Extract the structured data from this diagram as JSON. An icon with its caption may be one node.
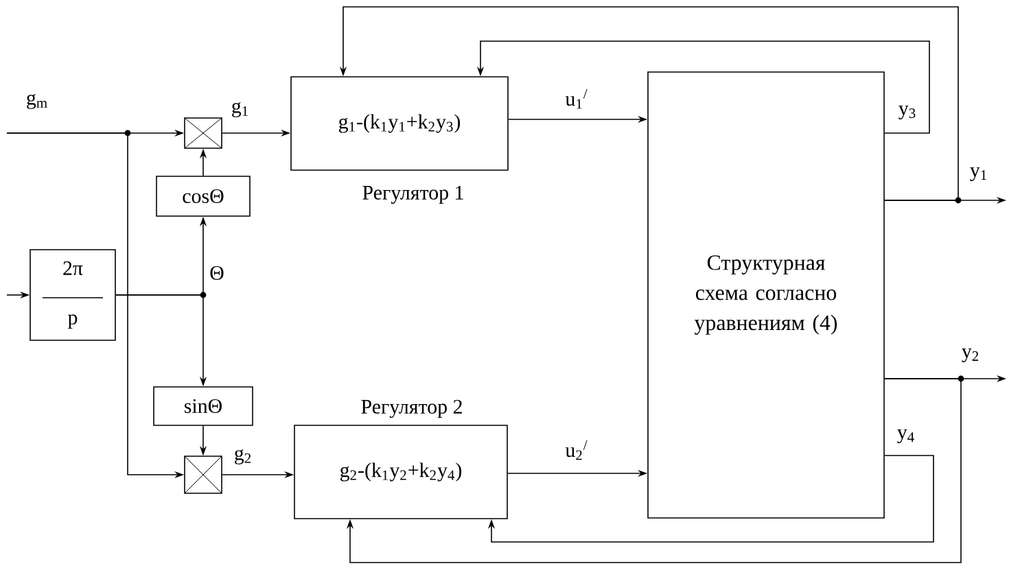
{
  "diagram": {
    "nodes": [
      {
        "text": [
          "2π",
          "p"
        ]
      },
      {
        "text": [],
        "shape": "box"
      },
      {
        "text": [
          "cosΘ"
        ]
      },
      {
        "text": [
          "sinΘ"
        ]
      },
      {
        "text": [],
        "shape": "box"
      },
      {
        "text": [
          "g$_{1}$-(k$_{1}$y$_{1}$+k$_{2}$y$_{3}$)"
        ],
        "beside": [
          "Регулятор 1"
        ]
      },
      {
        "text": [
          "g$_{2}$-(k$_{1}$y$_{2}$+k$_{2}$y$_{4}$)"
        ],
        "beside": [
          "Регулятор 2"
        ]
      },
      {
        "text": [
          "Структурная схема согласно уравнениям (4)"
        ]
      }
    ],
    "edges": [
      {
        "from": null,
        "to": 1,
        "arrow": "to",
        "label": "g$_{m}$"
      },
      {
        "from": null,
        "to": 4,
        "arrow": "to"
      },
      {
        "from": null,
        "to": 0,
        "arrow": "to"
      },
      {
        "from": 0,
        "to": 2,
        "arrow": "to",
        "label": "Θ"
      },
      {
        "from": 0,
        "to": 3,
        "arrow": "to"
      },
      {
        "from": 2,
        "to": 1,
        "arrow": "to"
      },
      {
        "from": 3,
        "to": 4,
        "arrow": "to"
      },
      {
        "from": 1,
        "to": 5,
        "arrow": "to",
        "label": "g$_{1}$"
      },
      {
        "from": 4,
        "to": 6,
        "arrow": "to",
        "label": "g$_{2}$"
      },
      {
        "from": 5,
        "to": 7,
        "arrow": "to",
        "label": "u$_{1}$$^{/}$"
      },
      {
        "from": 6,
        "to": 7,
        "arrow": "to",
        "label": "u$_{2}$$^{/}$"
      },
      {
        "from": 7,
        "to": null,
        "arrow": "to",
        "label": "y$_{1}$"
      },
      {
        "from": 7,
        "to": 5,
        "arrow": "to"
      },
      {
        "from": 7,
        "to": 5,
        "arrow": "to",
        "label": "y$_{3}$"
      },
      {
        "from": 7,
        "to": null,
        "arrow": "to",
        "label": "y$_{2}$"
      },
      {
        "from": 7,
        "to": 6,
        "arrow": "to"
      },
      {
        "from": 7,
        "to": 6,
        "arrow": "to",
        "label": "y$_{4}$"
      }
    ]
  }
}
